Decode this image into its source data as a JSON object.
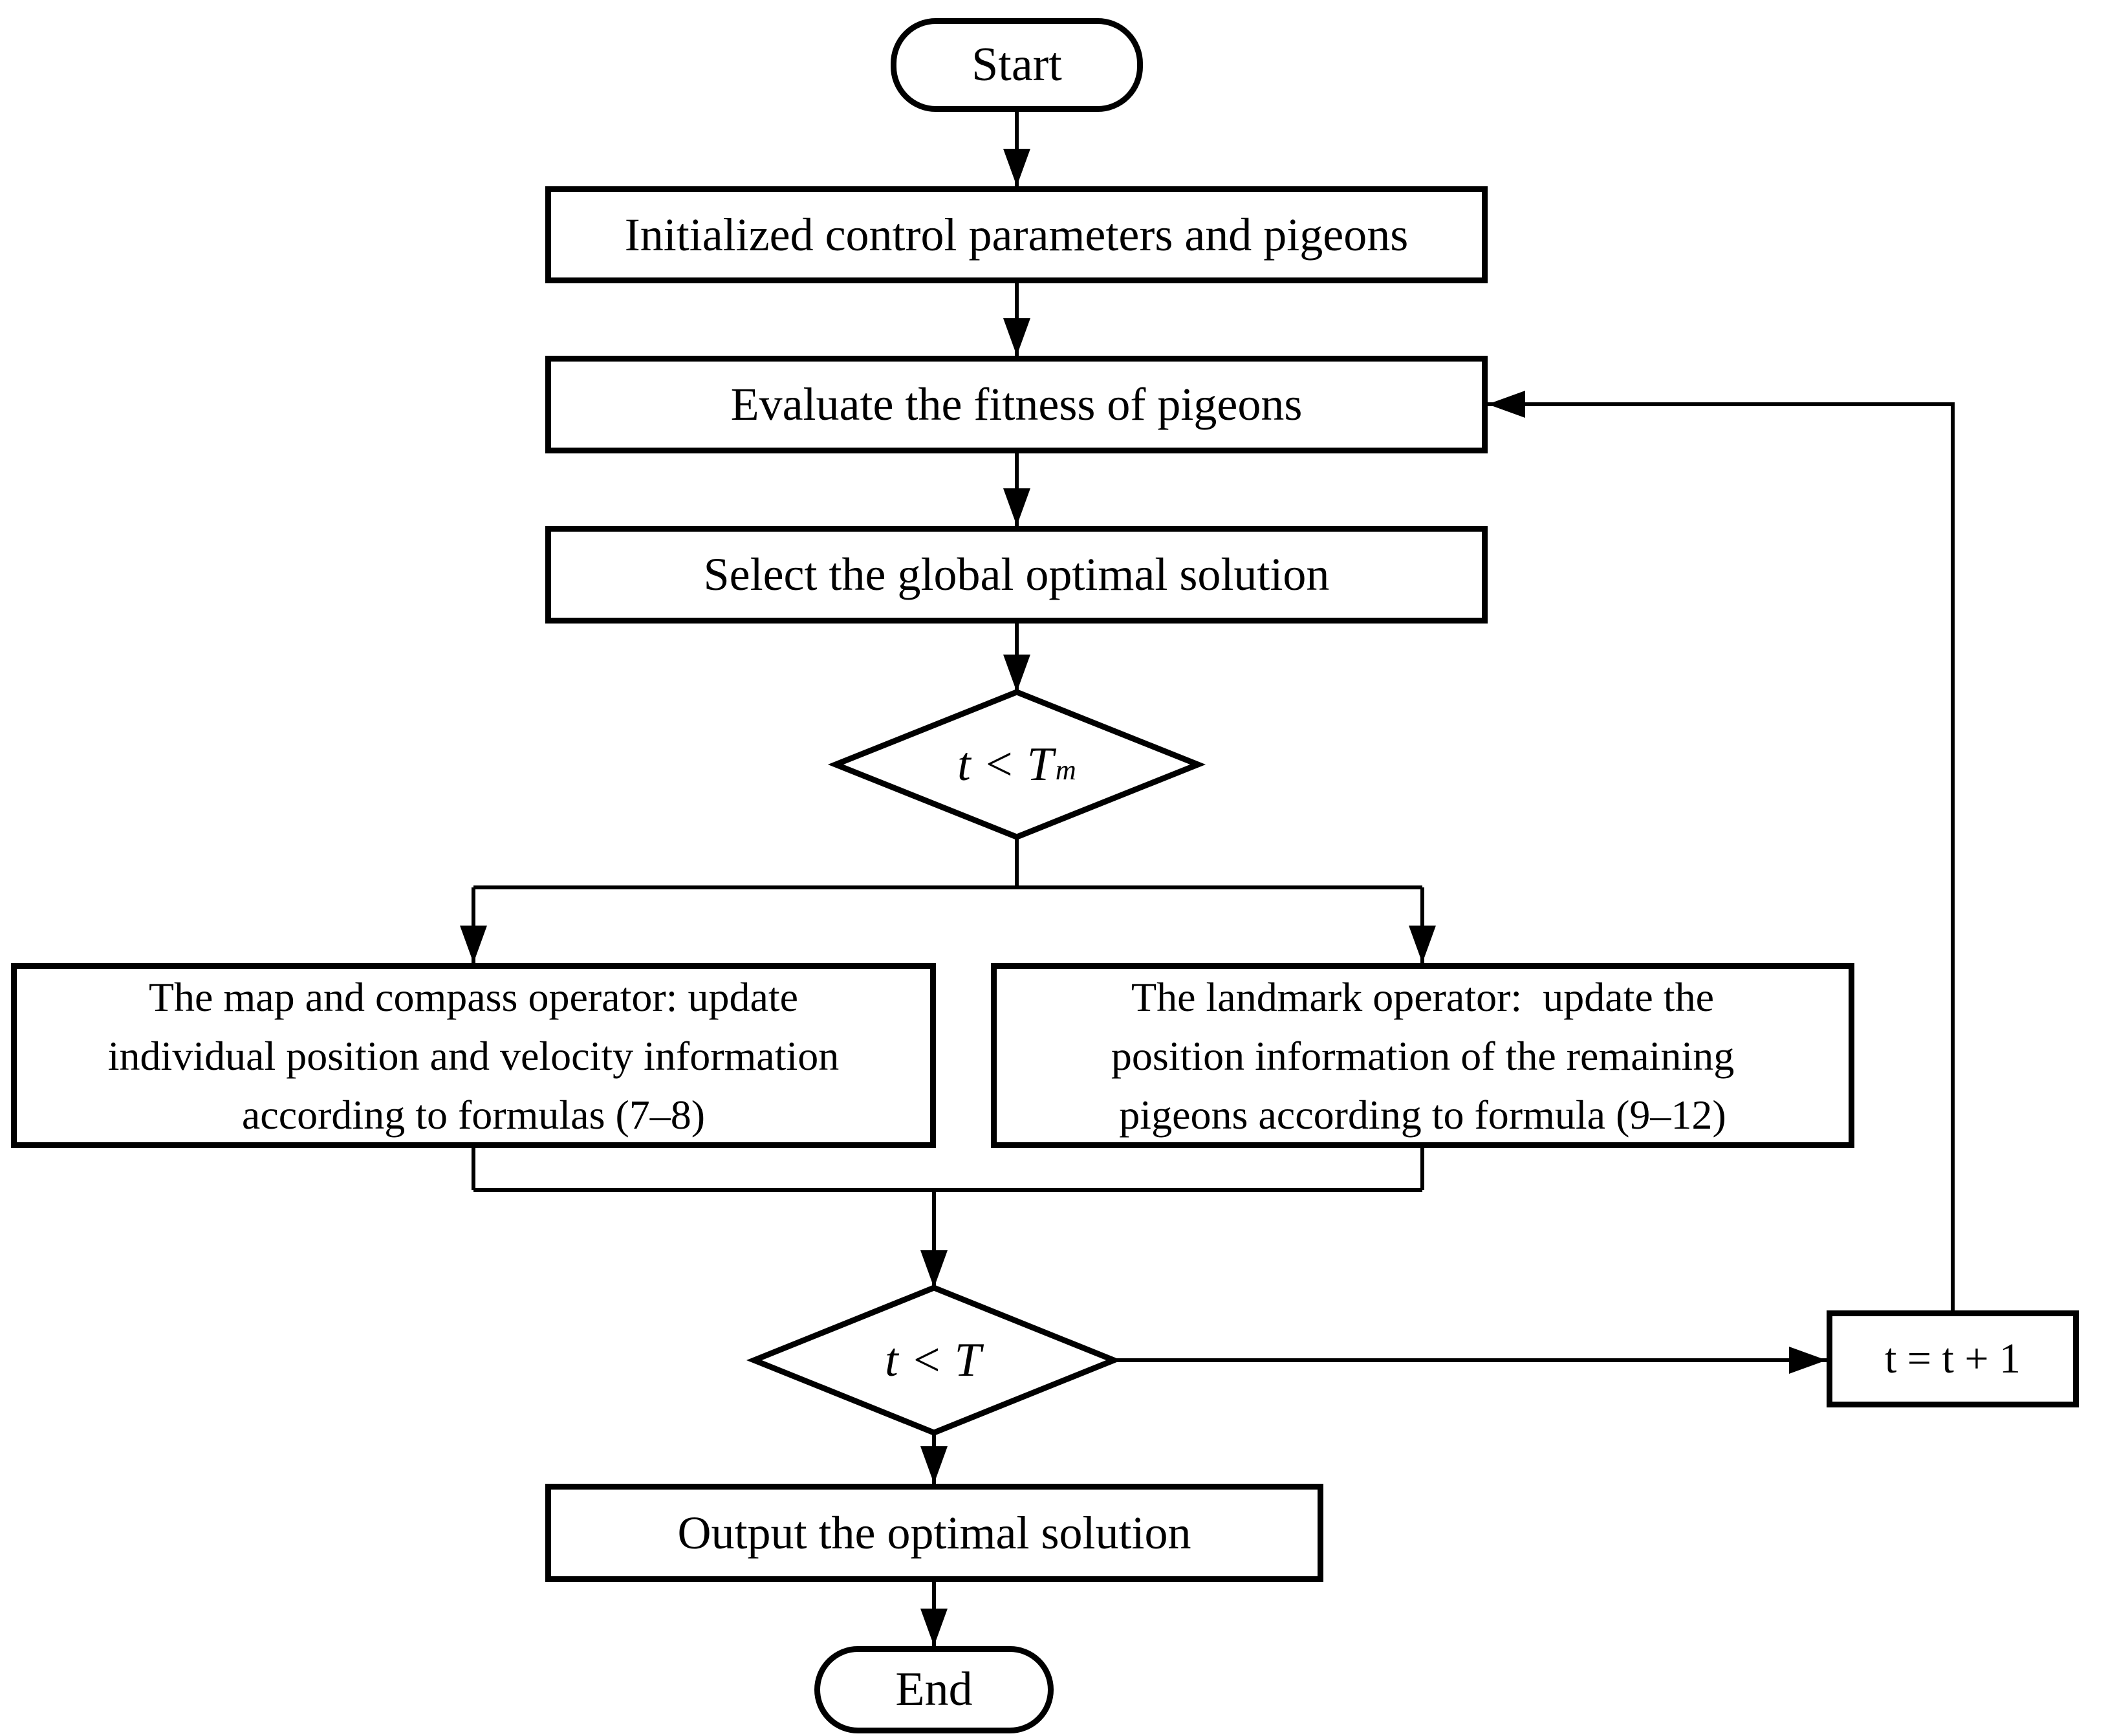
{
  "colors": {
    "ink": "#000000",
    "paper": "#ffffff"
  },
  "nodes": {
    "start": {
      "label": "Start"
    },
    "init": {
      "label": "Initialized control parameters and pigeons"
    },
    "evaluate": {
      "label": "Evaluate the fitness of pigeons"
    },
    "select": {
      "label": "Select the global optimal solution"
    },
    "decision_map": {
      "expr": "t < T",
      "sub": "m"
    },
    "map_compass": {
      "lines": [
        "The map and compass operator: update",
        "individual position and velocity information",
        "according to formulas (7–8)"
      ]
    },
    "landmark": {
      "lines": [
        "The landmark operator:  update the",
        "position information of the remaining",
        "pigeons according to formula (9–12)"
      ]
    },
    "decision_total": {
      "expr": "t < T",
      "sub": ""
    },
    "increment": {
      "label": "t = t + 1"
    },
    "output": {
      "label": "Output the optimal solution"
    },
    "end": {
      "label": "End"
    }
  }
}
